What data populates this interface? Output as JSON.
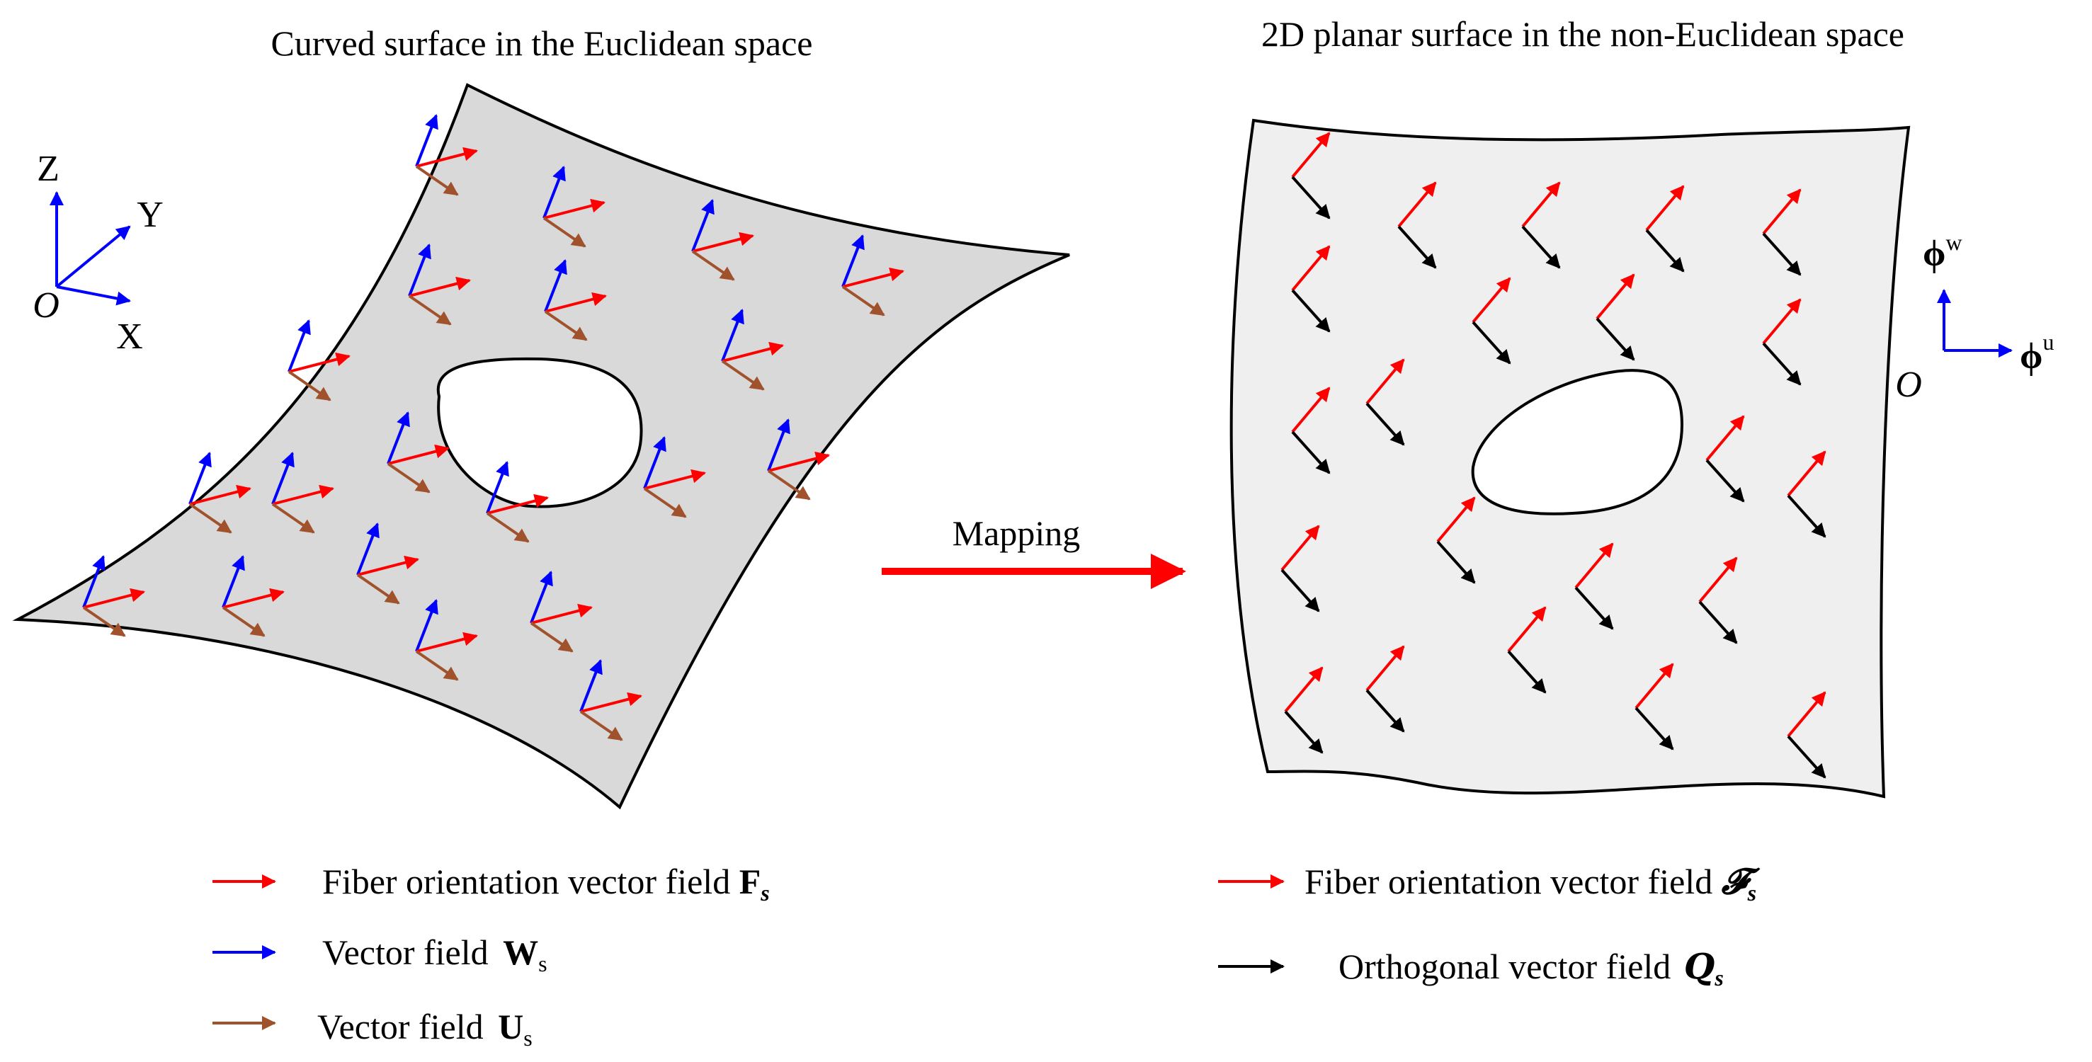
{
  "titles": {
    "left": "Curved surface in the Euclidean space",
    "right": "2D planar surface in the non-Euclidean space"
  },
  "mapping_label": "Mapping",
  "axes_3d": {
    "z": "Z",
    "y": "Y",
    "x": "X",
    "origin": "O"
  },
  "axes_2d": {
    "w_base": "ϕ",
    "w_sup": "w",
    "u_base": "ϕ",
    "u_sup": "u",
    "origin": "O"
  },
  "legend_left": [
    {
      "text": "Fiber orientation vector field ",
      "sym": "F",
      "sub": "s",
      "color": "#ff0000"
    },
    {
      "text": "Vector field ",
      "sym": "W",
      "sub": "s",
      "color": "#0000ff"
    },
    {
      "text": "Vector field ",
      "sym": "U",
      "sub": "s",
      "color": "#a0522d"
    }
  ],
  "legend_right": [
    {
      "text": "Fiber orientation vector field ",
      "sym": "𝓕",
      "sub": "s",
      "color": "#ff0000"
    },
    {
      "text": "Orthogonal vector field ",
      "sym": "𝑸",
      "sub": "s",
      "color": "#000000"
    }
  ],
  "colors": {
    "fiber": "#ff0000",
    "w_field": "#0000ff",
    "u_field": "#a0522d",
    "orth_field": "#000000",
    "curved_surface": "#d9d9d9",
    "planar_surface": "#efefef",
    "mapping_arrow": "#ff0000"
  }
}
